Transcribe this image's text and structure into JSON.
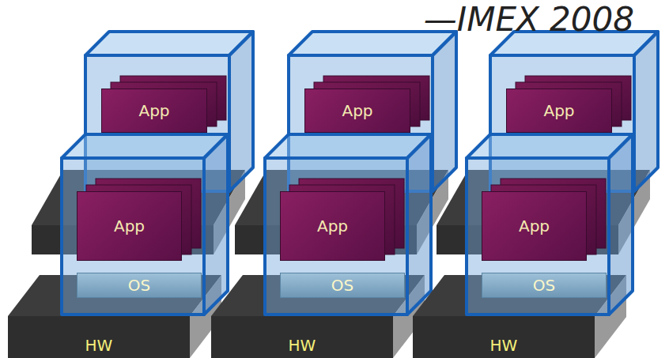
{
  "diagram": {
    "nodes": [
      {
        "text": [
          "App"
        ]
      },
      {
        "text": [
          "App"
        ]
      },
      {
        "text": [
          "App"
        ]
      },
      {
        "text": [
          "App"
        ]
      },
      {
        "text": [
          "App"
        ]
      },
      {
        "text": [
          "App"
        ]
      },
      {
        "text": [
          "OS"
        ]
      },
      {
        "text": [
          "OS"
        ]
      },
      {
        "text": [
          "OS"
        ]
      },
      {
        "text": [
          "HW"
        ]
      },
      {
        "text": [
          "HW"
        ]
      },
      {
        "text": [
          "HW"
        ]
      }
    ],
    "labels": [
      "—IMEX 2008"
    ]
  }
}
